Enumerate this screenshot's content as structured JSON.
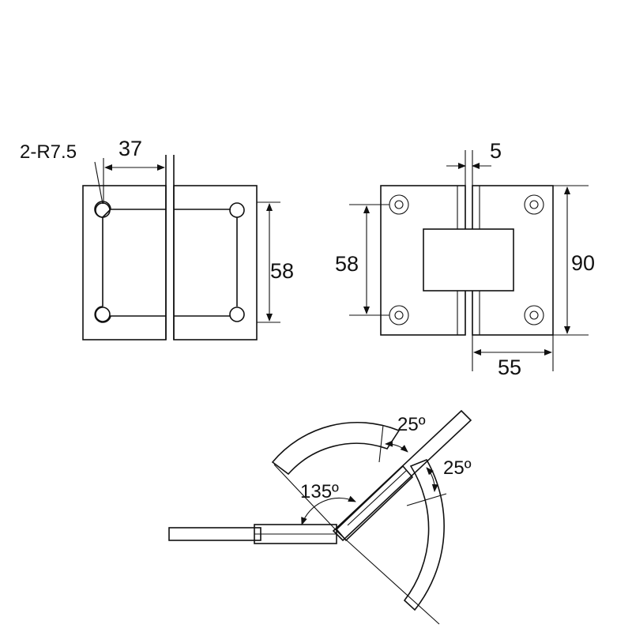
{
  "front_view": {
    "radius_label": "2-R7.5",
    "width_label": "37",
    "height_label": "58"
  },
  "side_view": {
    "gap_label": "5",
    "hole_spacing_label": "58",
    "height_label": "90",
    "width_label": "55"
  },
  "angle_view": {
    "open_angle_label": "135º",
    "angle_a_label": "25º",
    "angle_b_label": "25º"
  },
  "colors": {
    "line": "#111111",
    "background": "#ffffff"
  }
}
